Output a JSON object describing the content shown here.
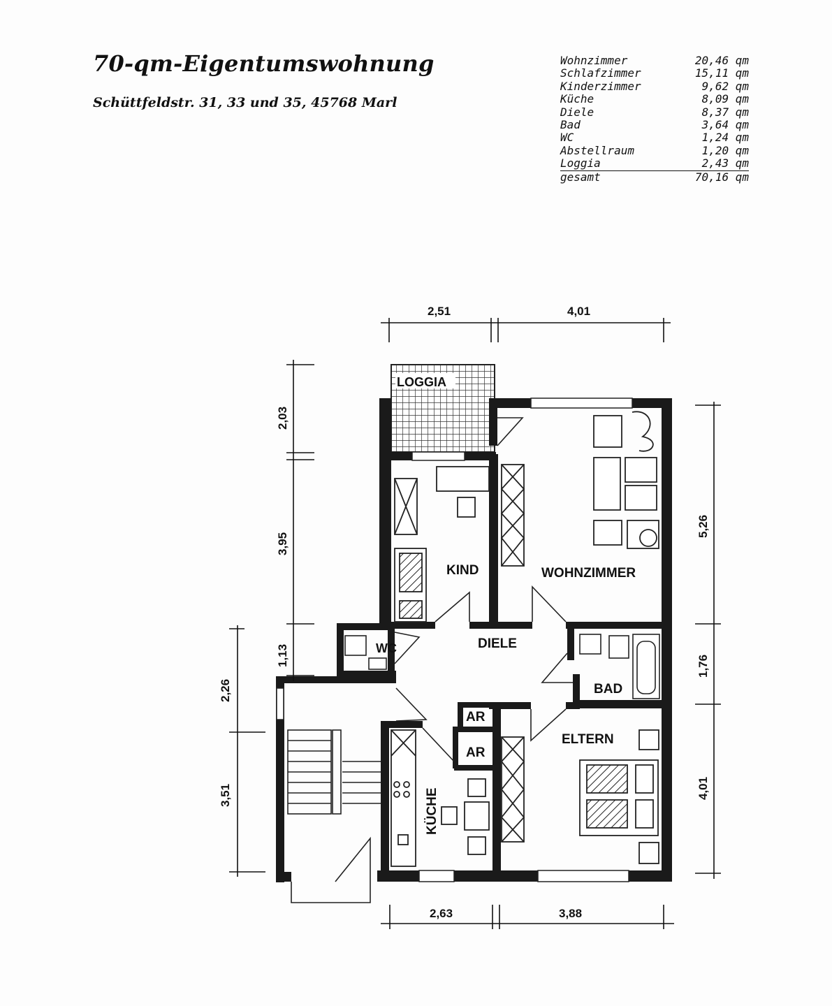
{
  "header": {
    "title": "70-qm-Eigentumswohnung",
    "address": "Schüttfeldstr. 31, 33 und 35, 45768 Marl"
  },
  "area_table": {
    "rows": [
      {
        "name": "Wohnzimmer",
        "value": "20,46",
        "unit": "qm"
      },
      {
        "name": "Schlafzimmer",
        "value": "15,11",
        "unit": "qm"
      },
      {
        "name": "Kinderzimmer",
        "value": "9,62",
        "unit": "qm"
      },
      {
        "name": "Küche",
        "value": "8,09",
        "unit": "qm"
      },
      {
        "name": "Diele",
        "value": "8,37",
        "unit": "qm"
      },
      {
        "name": "Bad",
        "value": "3,64",
        "unit": "qm"
      },
      {
        "name": "WC",
        "value": "1,24",
        "unit": "qm"
      },
      {
        "name": "Abstellraum",
        "value": "1,20",
        "unit": "qm"
      },
      {
        "name": "Loggia",
        "value": "2,43",
        "unit": "qm"
      }
    ],
    "total": {
      "name": "gesamt",
      "value": "70,16",
      "unit": "qm"
    }
  },
  "plan": {
    "rooms": {
      "loggia": "LOGGIA",
      "kind": "KIND",
      "wohnzimmer": "WOHNZIMMER",
      "diele": "DIELE",
      "wc": "WC",
      "bad": "BAD",
      "ar1": "AR",
      "ar2": "AR",
      "eltern": "ELTERN",
      "kueche": "KÜCHE"
    },
    "dimensions": {
      "top_left": "2,51",
      "top_right": "4,01",
      "bottom_left": "2,63",
      "bottom_right": "3,88",
      "left_1": "2,03",
      "left_2": "3,95",
      "left_3": "1,13",
      "left_4": "2,26",
      "left_5": "3,51",
      "right_1": "5,26",
      "right_2": "1,76",
      "right_3": "4,01"
    }
  }
}
